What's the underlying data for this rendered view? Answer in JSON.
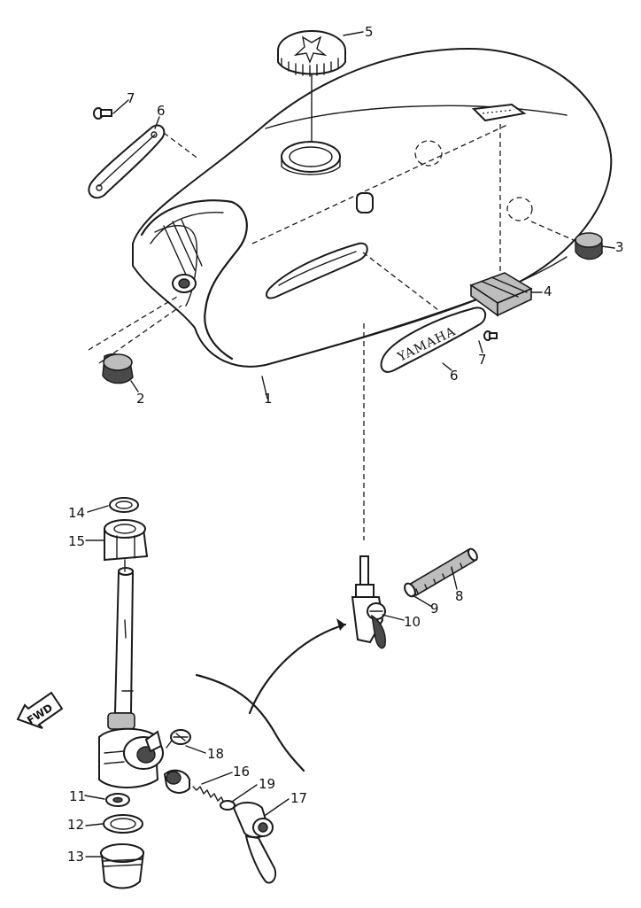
{
  "part_numbers": {
    "p1": "1",
    "p2": "2",
    "p3": "3",
    "p4": "4",
    "p5": "5",
    "p6a": "6",
    "p6b": "6",
    "p7a": "7",
    "p7b": "7",
    "p8": "8",
    "p9": "9",
    "p10": "10",
    "p11": "11",
    "p12": "12",
    "p13": "13",
    "p14": "14",
    "p15": "15",
    "p16": "16",
    "p17": "17",
    "p18": "18",
    "p19": "19"
  },
  "emblem_text": "YAMAHA",
  "direction_label": "FWD"
}
